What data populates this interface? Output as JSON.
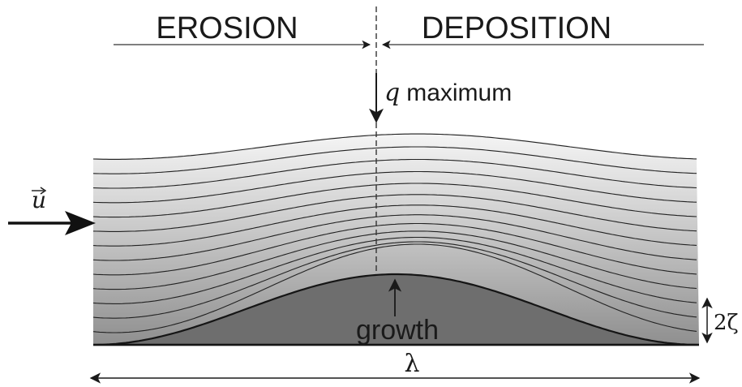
{
  "labels": {
    "erosion": "EROSION",
    "deposition": "DEPOSITION",
    "q_symbol": "q",
    "q_text": "maximum",
    "velocity": "u",
    "growth": "growth",
    "amplitude": "2ζ",
    "wavelength": "λ"
  },
  "colors": {
    "ink": "#1a1a1a",
    "bedform_fill": "#6e6e6e",
    "flow_top": "#f4f4f4",
    "flow_bottom": "#9a9a9a",
    "streamline": "#222222"
  }
}
